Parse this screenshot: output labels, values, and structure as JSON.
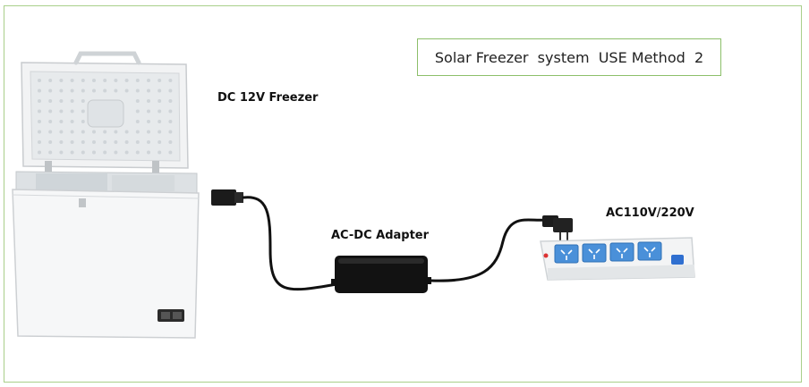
{
  "title": "Solar Freezer  system  USE Method  2",
  "labels": {
    "freezer": "DC 12V Freezer",
    "adapter": "AC-DC Adapter",
    "power": "AC110V/220V"
  },
  "colors": {
    "frame_border": "#a9cf8a",
    "title_border": "#8cbf6a",
    "socket_blue": "#4a90d9",
    "cable": "#111111"
  }
}
